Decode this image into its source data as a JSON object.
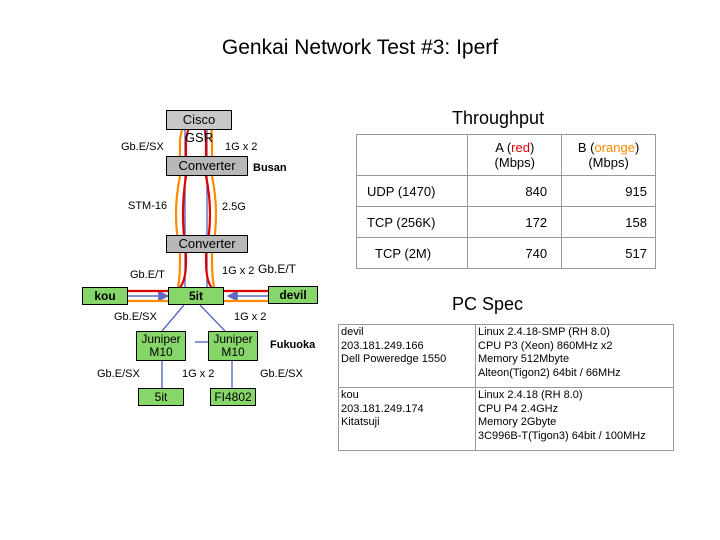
{
  "title": "Genkai Network Test #3: Iperf",
  "diagram": {
    "nodes": {
      "cisco_gsr": "Cisco GSR",
      "converter_top": "Converter",
      "converter_bottom": "Converter",
      "kou": "kou",
      "sit_mid": "5it",
      "devil": "devil",
      "juniper_left": "Juniper M10",
      "juniper_right": "Juniper M10",
      "sit_bottom": "5it",
      "fi4802": "FI4802"
    },
    "labels": {
      "gbesx_top": "Gb.E/SX",
      "onegx2_top": "1G x 2",
      "busan": "Busan",
      "stm16": "STM-16",
      "g25": "2.5G",
      "gbet_left": "Gb.E/T",
      "onegx2_gbet": "1G x 2",
      "gbet_right": "Gb.E/T",
      "gbesx_mid": "Gb.E/SX",
      "onegx2_mid": "1G x 2",
      "fukuoka": "Fukuoka",
      "gbesx_bl": "Gb.E/SX",
      "onegx2_bottom": "1G x 2",
      "gbesx_br": "Gb.E/SX"
    }
  },
  "throughput": {
    "heading": "Throughput",
    "col_a_prefix": "A (",
    "col_a_color": "red",
    "col_a_suffix": ")",
    "col_b_prefix": "B (",
    "col_b_color": "orange",
    "col_b_suffix": ")",
    "unit": "(Mbps)",
    "rows": [
      {
        "name": "UDP (1470)",
        "a": "840",
        "b": "915"
      },
      {
        "name": "TCP (256K)",
        "a": "172",
        "b": "158"
      },
      {
        "name": "TCP (2M)",
        "a": "740",
        "b": "517"
      }
    ]
  },
  "pcspec": {
    "heading": "PC Spec",
    "rows": [
      {
        "host": [
          "devil",
          "203.181.249.166",
          "Dell Poweredge 1550"
        ],
        "spec": [
          "Linux 2.4.18-SMP (RH 8.0)",
          "CPU P3 (Xeon) 860MHz x2",
          "Memory 512Mbyte",
          "Alteon(Tigon2) 64bit / 66MHz"
        ]
      },
      {
        "host": [
          "kou",
          "203.181.249.174",
          "Kitatsuji"
        ],
        "spec": [
          "Linux 2.4.18 (RH 8.0)",
          "CPU P4 2.4GHz",
          "Memory 2Gbyte",
          "3C996B-T(Tigon3) 64bit / 100MHz"
        ]
      }
    ]
  },
  "colors": {
    "box_green": "#86d66a",
    "box_gray": "#c8c8c8",
    "path_a": "#e00000",
    "path_b": "#ff8c00",
    "link": "#5c6bc0"
  }
}
